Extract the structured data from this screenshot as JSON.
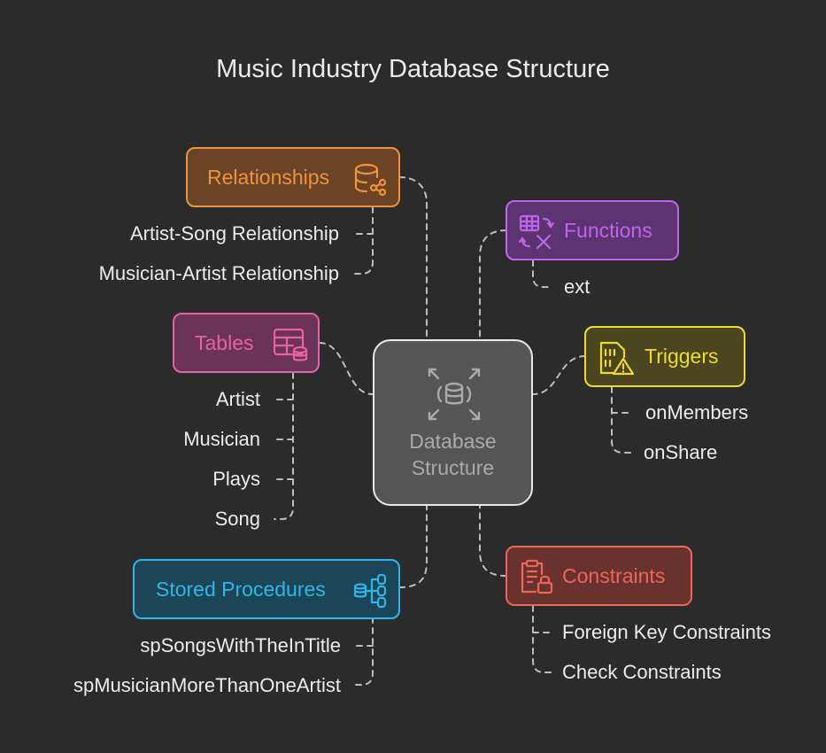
{
  "title": "Music Industry Database Structure",
  "center": {
    "line1": "Database",
    "line2": "Structure",
    "icon": "database-expand-icon"
  },
  "colors": {
    "background": "#2b2b2b",
    "relationships": "#f0923a",
    "tables": "#e95fa8",
    "procedures": "#2bb8e8",
    "functions": "#c064f0",
    "triggers": "#f0dc28",
    "constraints": "#f06458"
  },
  "relationships": {
    "label": "Relationships",
    "icon": "database-share-icon",
    "items": [
      "Artist-Song Relationship",
      "Musician-Artist Relationship"
    ]
  },
  "tables": {
    "label": "Tables",
    "icon": "table-database-icon",
    "items": [
      "Artist",
      "Musician",
      "Plays",
      "Song"
    ]
  },
  "procedures": {
    "label": "Stored Procedures",
    "icon": "database-tree-icon",
    "items": [
      "spSongsWithTheInTitle",
      "spMusicianMoreThanOneArtist"
    ]
  },
  "functions": {
    "label": "Functions",
    "icon": "table-function-icon",
    "items": [
      "ext"
    ]
  },
  "triggers": {
    "label": "Triggers",
    "icon": "sim-warning-icon",
    "items": [
      "onMembers",
      "onShare"
    ]
  },
  "constraints": {
    "label": "Constraints",
    "icon": "clipboard-lock-icon",
    "items": [
      "Foreign Key Constraints",
      "Check Constraints"
    ]
  }
}
